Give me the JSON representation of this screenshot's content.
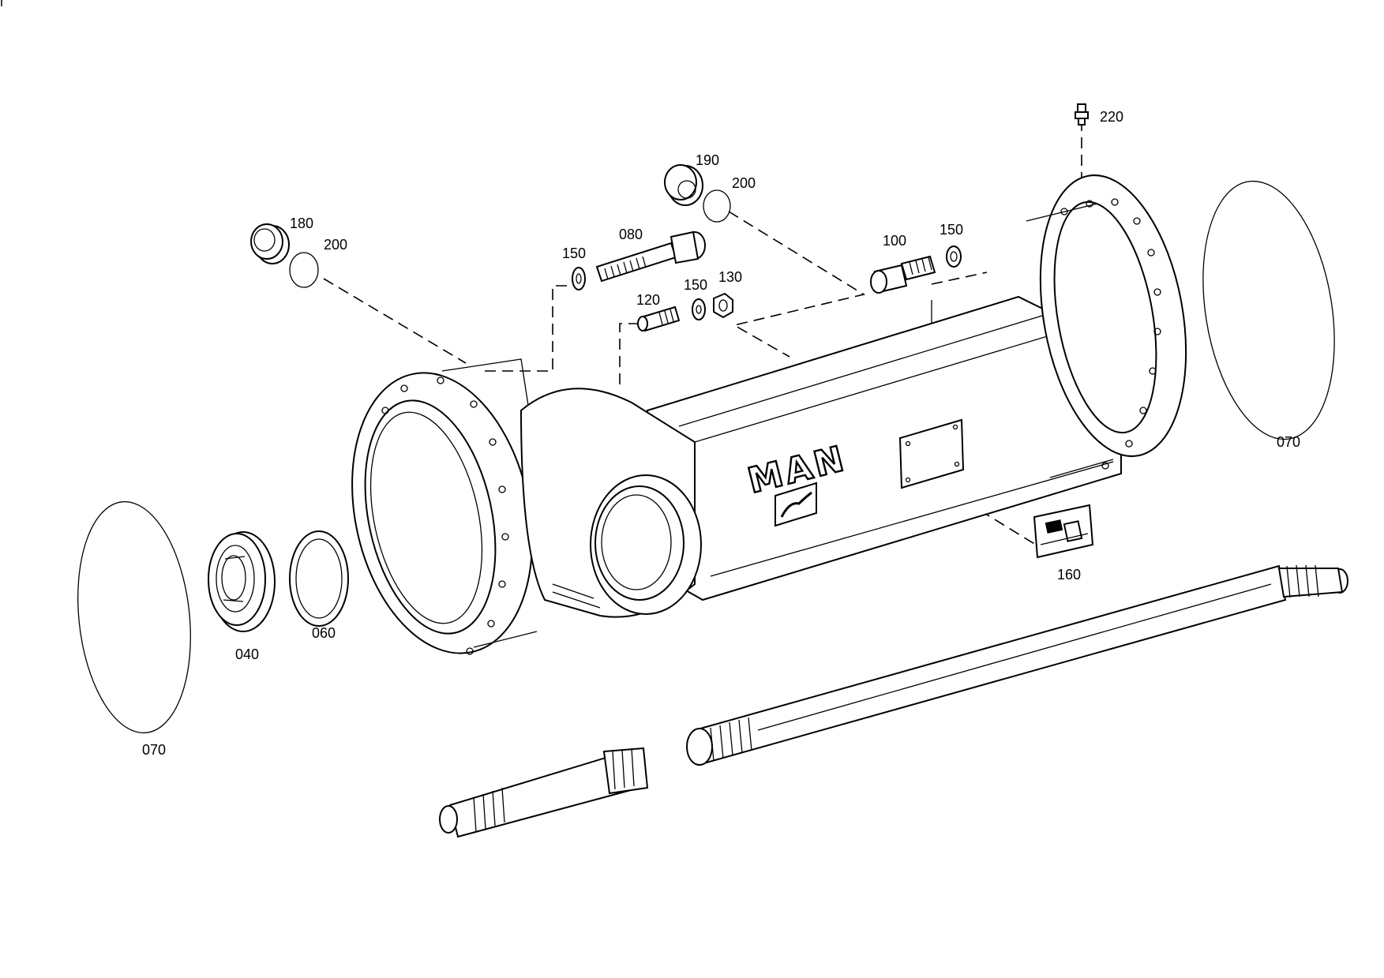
{
  "drawing": {
    "brand_text": "MAN",
    "callouts": {
      "p220": "220",
      "p190": "190",
      "p200a": "200",
      "p180": "180",
      "p200b": "200",
      "p080": "080",
      "p150a": "150",
      "p100": "100",
      "p150b": "150",
      "p120": "120",
      "p150c": "150",
      "p130": "130",
      "p070a": "070",
      "p070b": "070",
      "p040": "040",
      "p060": "060",
      "p160": "160"
    }
  }
}
